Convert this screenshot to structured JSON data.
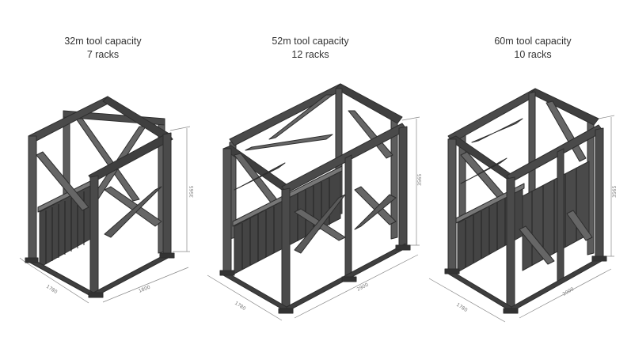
{
  "colors": {
    "steel_dark": "#3a3a3a",
    "steel_mid": "#5c5c5c",
    "steel_light": "#8a8a8a",
    "dim_line": "#888888",
    "caption": "#333333"
  },
  "racks": [
    {
      "title": "32m tool capacity",
      "subtitle": "7 racks",
      "dims": {
        "height": "3565",
        "depth": "1780",
        "length": "1800"
      }
    },
    {
      "title": "52m tool capacity",
      "subtitle": "12 racks",
      "dims": {
        "height": "3565",
        "depth": "1780",
        "length": "2900"
      }
    },
    {
      "title": "60m tool capacity",
      "subtitle": "10 racks",
      "dims": {
        "height": "3565",
        "depth": "1780",
        "length": "2000"
      }
    }
  ]
}
